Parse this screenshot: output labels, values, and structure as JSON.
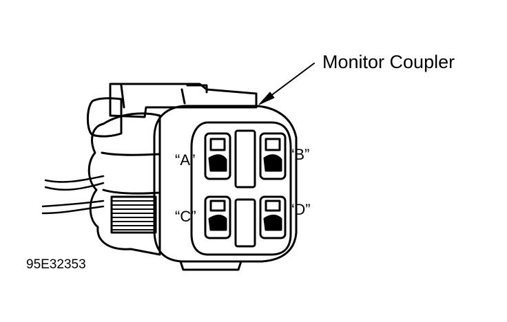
{
  "callout": {
    "label": "Monitor Coupler"
  },
  "pins": {
    "a": "“A”",
    "b": "“B”",
    "c": "“C”",
    "d": "“D”"
  },
  "figure_id": "95E32353",
  "colors": {
    "ink": "#000000",
    "background": "#ffffff"
  }
}
